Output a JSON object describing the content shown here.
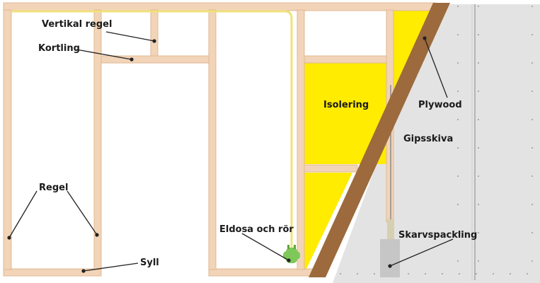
{
  "labels": {
    "vertikal_regel": "Vertikal regel",
    "kortling": "Kortling",
    "regel": "Regel",
    "syll": "Syll",
    "isolering": "Isolering",
    "plywood": "Plywood",
    "gipsskiva": "Gipsskiva",
    "eldosa": "Eldosa och rör",
    "skarvspackling": "Skarvspackling"
  },
  "colors": {
    "wood": "#f2d4b8",
    "wood_edge": "#e0b894",
    "insulation": "#ffec00",
    "plywood": "#9c6a3c",
    "gypsum": "#e3e3e3",
    "gypsum_seam": "#b5b5b5",
    "spackle": "#c8c8c8",
    "cable": "#f0e27a",
    "outlet": "#7ec85a",
    "leader": "#222222"
  }
}
